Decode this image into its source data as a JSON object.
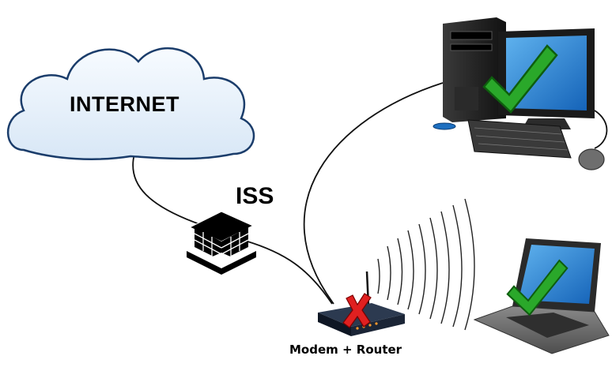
{
  "labels": {
    "internet": "INTERNET",
    "isp": "ISS",
    "router": "Modem + Router"
  },
  "status": {
    "router": "error",
    "desktop": "ok",
    "laptop": "ok"
  },
  "icons": {
    "cloud": "cloud-icon",
    "isp": "isp-building-icon",
    "router": "router-icon",
    "desktop": "desktop-computer-icon",
    "laptop": "laptop-icon",
    "ok": "green-check-icon",
    "error": "red-x-icon",
    "wifi": "wifi-waves-icon"
  },
  "colors": {
    "check_green": "#2aa82a",
    "error_red": "#e02020",
    "screen_blue": "#1f7fd0"
  }
}
